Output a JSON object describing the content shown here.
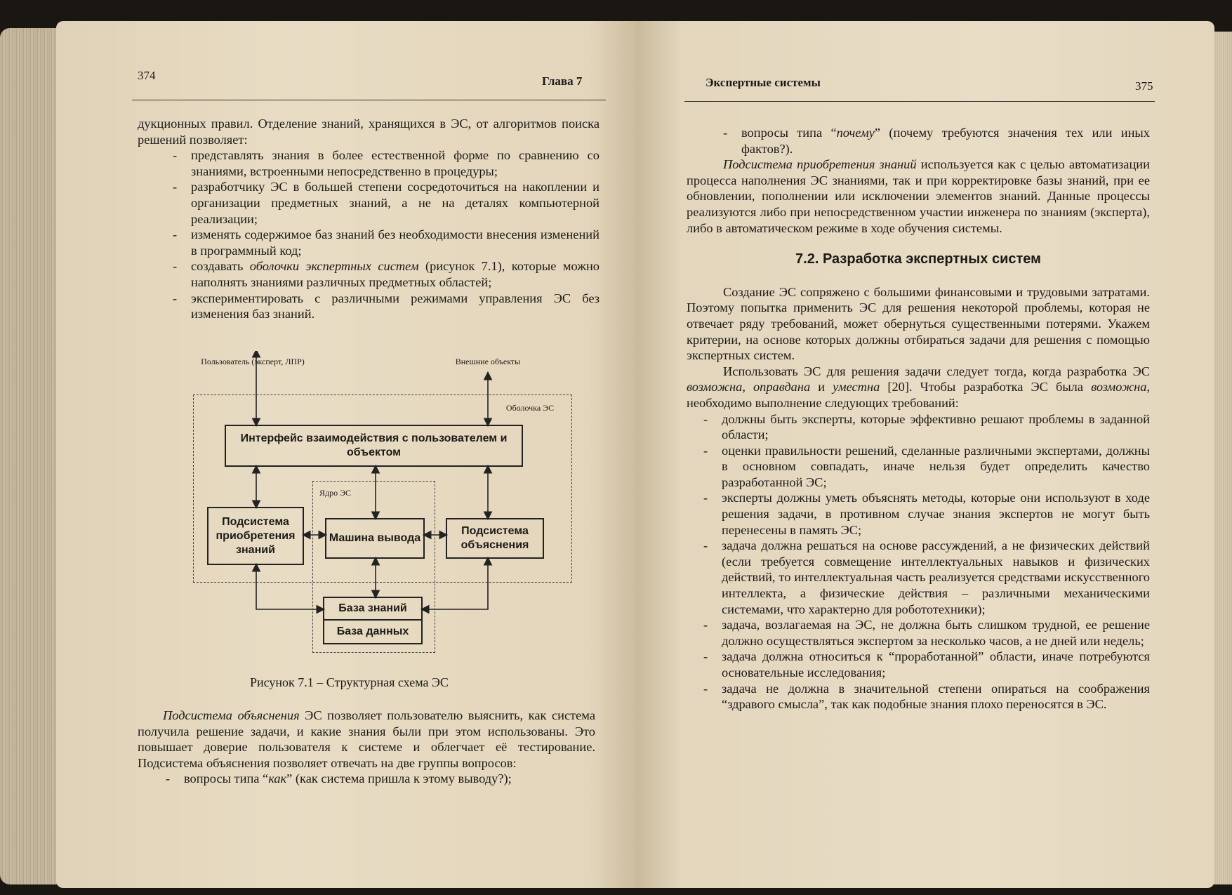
{
  "left_page": {
    "page_number": "374",
    "header": "Глава 7",
    "lines": [
      "дукционных правил. Отделение знаний, хранящихся в ЭС, от алгоритмов поиска решений позволяет:"
    ],
    "bullets": [
      "представлять знания в более естественной форме по сравнению со знаниями, встроенными непосредственно в процедуры;",
      "разработчику ЭС в большей степени сосредоточиться на накоплении и организации предметных знаний, а не на деталях компьютерной реализации;",
      "изменять содержимое баз знаний без необходимости внесения изменений в программный код;",
      "экспериментировать с различными режимами управления ЭС без изменения баз знаний."
    ],
    "bullet4_pre": "создавать ",
    "bullet4_em": "оболочки экспертных систем",
    "bullet4_post": " (рисунок 7.1), которые можно наполнять знаниями различных предметных областей;",
    "diagram": {
      "user_label": "Пользователь (эксперт, ЛПР)",
      "external_label": "Внешние объекты",
      "shell_label": "Оболочка ЭС",
      "core_label": "Ядро ЭС",
      "interface_box": "Интерфейс взаимодействия с пользователем и объектом",
      "acquisition_box": "Подсистема приобретения знаний",
      "inference_box": "Машина вывода",
      "explanation_box": "Подсистема объяснения",
      "kb_box": "База знаний",
      "db_box": "База данных"
    },
    "caption": "Рисунок 7.1 – Структурная схема ЭС",
    "para_em": "Подсистема объяснения",
    "para_rest": " ЭС позволяет пользователю выяснить, как система получила решение задачи, и какие знания были при этом использованы. Это повышает доверие пользователя к системе и облегчает её тестирование. Подсистема объяснения позволяет отвечать на две группы вопросов:",
    "last_bullet_pre": "вопросы типа “",
    "last_bullet_em": "как",
    "last_bullet_post": "” (как система пришла к этому выводу?);"
  },
  "right_page": {
    "page_number": "375",
    "header": "Экспертные системы",
    "first_bullet_pre": "вопросы типа “",
    "first_bullet_em": "почему",
    "first_bullet_post": "” (почему требуются значения тех или иных фактов?).",
    "para1_em": "Подсистема приобретения знаний",
    "para1_rest": " используется как с целью автоматизации процесса наполнения ЭС знаниями, так и при корректировке базы знаний, при ее обновлении, пополнении или исключении элементов знаний. Данные процессы реализуются либо при непосредственном участии инженера по знаниям (эксперта), либо в автоматическом режиме в ходе обучения системы.",
    "section_title": "7.2. Разработка экспертных систем",
    "para2": "Создание ЭС сопряжено с большими финансовыми и трудовыми затратами. Поэтому попытка применить ЭС для решения некоторой проблемы, которая не отвечает ряду требований, может обернуться существенными потерями. Укажем критерии, на основе которых должны отбираться задачи для решения с помощью экспертных систем.",
    "para3_a": "Использовать ЭС для решения задачи следует тогда, когда разработка ЭС ",
    "para3_em1": "возможна",
    "para3_b": ", ",
    "para3_em2": "оправдана",
    "para3_c": " и ",
    "para3_em3": "уместна",
    "para3_d": " [20]. Чтобы разработка ЭС была ",
    "para3_em4": "возможна",
    "para3_e": ", необходимо выполнение следующих требований:",
    "bullets": [
      "должны быть эксперты, которые эффективно решают проблемы в заданной области;",
      "оценки правильности решений, сделанные различными экспертами, должны в основном совпадать, иначе нельзя будет определить качество разработанной ЭС;",
      "эксперты должны уметь объяснять методы, которые они используют в ходе решения задачи, в противном случае знания экспертов не могут быть перенесены в память ЭС;",
      "задача должна решаться на основе рассуждений, а не физических действий (если требуется совмещение интеллектуальных навыков и физических действий, то интеллектуальная часть реализуется средствами искусственного интеллекта, а физические действия – различными механическими системами, что характерно для робототехники);",
      "задача, возлагаемая на ЭС, не должна быть слишком трудной, ее решение должно осуществляться экспертом за несколько часов, а не дней или недель;",
      "задача должна относиться к “проработанной” области, иначе потребуются основательные исследования;",
      "задача не должна в значительной степени опираться на соображения “здравого смысла”, так как подобные знания плохо переносятся в ЭС."
    ],
    "dash": "-"
  },
  "colors": {
    "paper": "#e6d9c1",
    "ink": "#1c1a17",
    "background": "#1a1712"
  }
}
